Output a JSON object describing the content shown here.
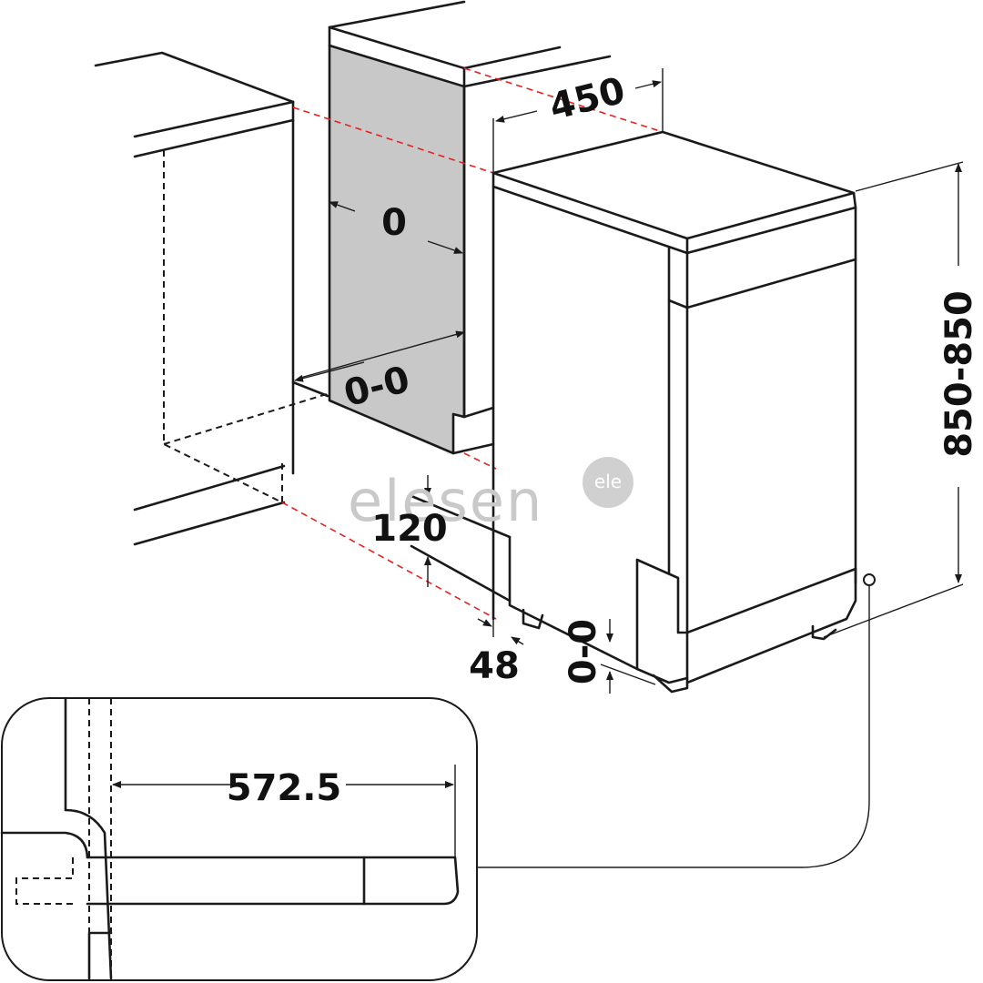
{
  "dimensions": {
    "width": "450",
    "side_gap": "0",
    "side_gap_range": "0-0",
    "plinth_height": "120",
    "plinth_depth": "48",
    "foot_adjust": "0-0",
    "height_range": "850-850",
    "door_open_depth": "572.5"
  },
  "watermark": {
    "text": "elesen",
    "logo_text": "ele"
  },
  "colors": {
    "panel_fill": "#c8c8c8",
    "guide_line": "#e8211f",
    "line": "#1a1a1a"
  }
}
